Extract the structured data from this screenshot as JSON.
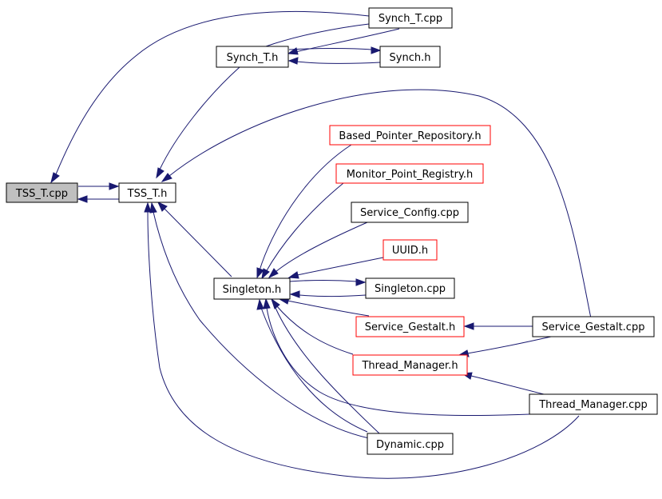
{
  "colors": {
    "edge": "#191970",
    "node_border_default": "#000000",
    "node_border_external": "#ff0000",
    "node_fill_default": "#ffffff",
    "node_fill_root": "#bfbfbf"
  },
  "nodes": [
    {
      "id": "tss_t_cpp",
      "label": "TSS_T.cpp",
      "style": "root"
    },
    {
      "id": "tss_t_h",
      "label": "TSS_T.h",
      "style": "default"
    },
    {
      "id": "synch_t_h",
      "label": "Synch_T.h",
      "style": "default"
    },
    {
      "id": "synch_t_cpp",
      "label": "Synch_T.cpp",
      "style": "default"
    },
    {
      "id": "synch_h",
      "label": "Synch.h",
      "style": "default"
    },
    {
      "id": "based_pointer_repository_h",
      "label": "Based_Pointer_Repository.h",
      "style": "external"
    },
    {
      "id": "monitor_point_registry_h",
      "label": "Monitor_Point_Registry.h",
      "style": "external"
    },
    {
      "id": "service_config_cpp",
      "label": "Service_Config.cpp",
      "style": "default"
    },
    {
      "id": "uuid_h",
      "label": "UUID.h",
      "style": "external"
    },
    {
      "id": "singleton_h",
      "label": "Singleton.h",
      "style": "default"
    },
    {
      "id": "singleton_cpp",
      "label": "Singleton.cpp",
      "style": "default"
    },
    {
      "id": "service_gestalt_h",
      "label": "Service_Gestalt.h",
      "style": "external"
    },
    {
      "id": "service_gestalt_cpp",
      "label": "Service_Gestalt.cpp",
      "style": "default"
    },
    {
      "id": "thread_manager_h",
      "label": "Thread_Manager.h",
      "style": "external"
    },
    {
      "id": "thread_manager_cpp",
      "label": "Thread_Manager.cpp",
      "style": "default"
    },
    {
      "id": "dynamic_cpp",
      "label": "Dynamic.cpp",
      "style": "default"
    }
  ]
}
